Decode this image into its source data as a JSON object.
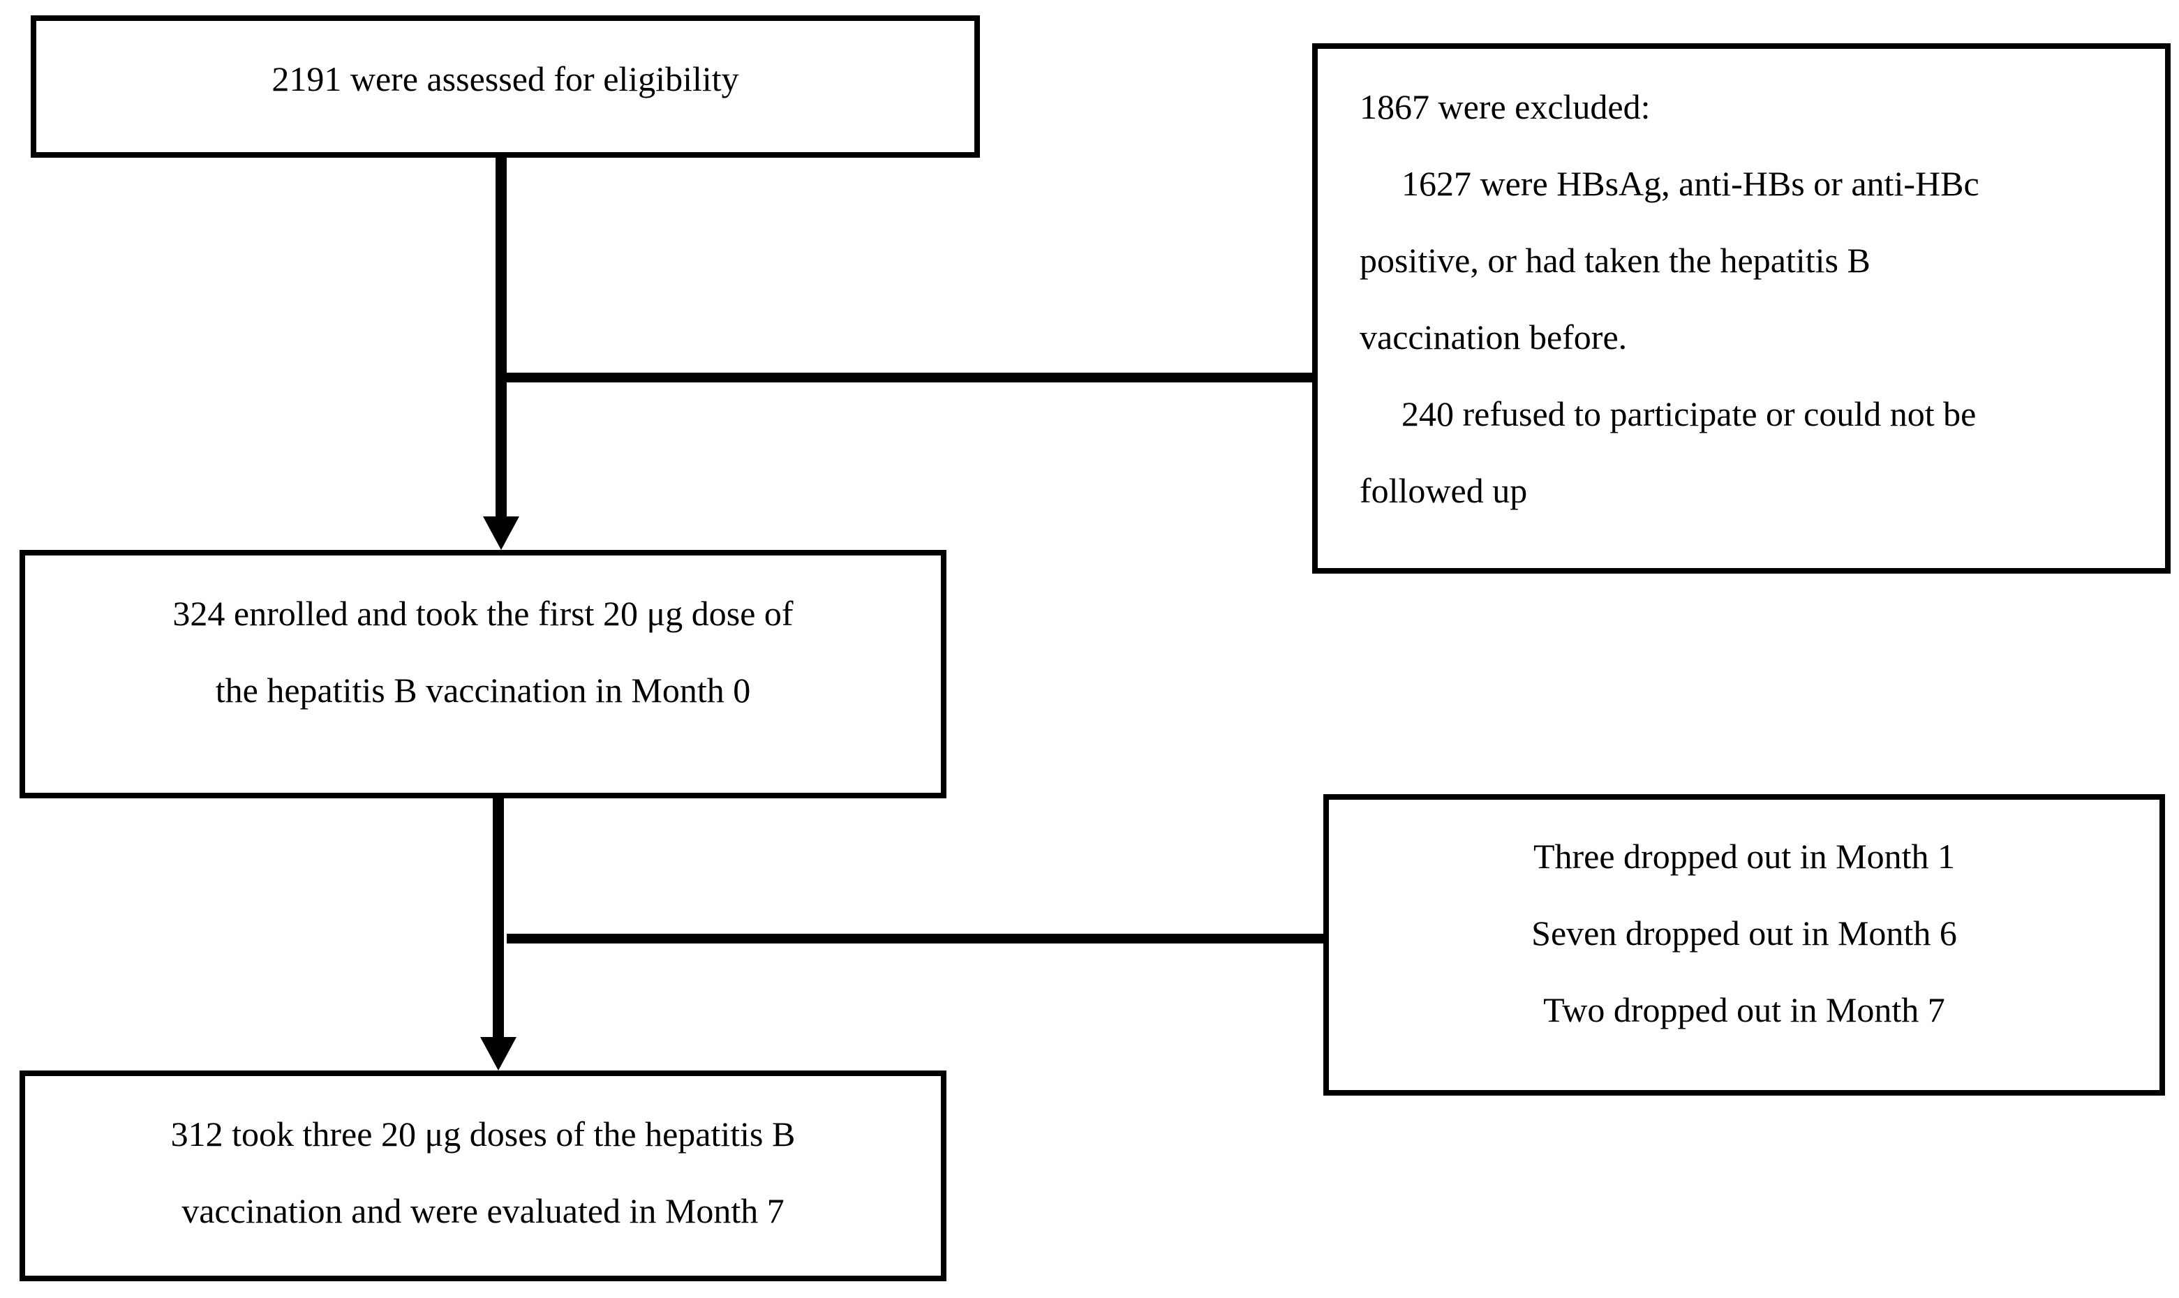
{
  "boxes": {
    "assessed": {
      "lines": [
        "2191 were assessed for eligibility"
      ]
    },
    "excluded": {
      "lines": [
        "1867 were excluded:",
        "1627 were HBsAg, anti-HBs or anti-HBc",
        "positive, or had taken the hepatitis B",
        "vaccination before.",
        "240 refused to participate or could not be",
        "followed up"
      ]
    },
    "enrolled": {
      "lines": [
        "324 enrolled and took the first 20 μg dose of",
        "the hepatitis B vaccination in Month 0"
      ]
    },
    "dropped": {
      "lines": [
        "Three dropped out in Month 1",
        "Seven dropped out in Month 6",
        "Two dropped out in Month 7"
      ]
    },
    "evaluated": {
      "lines": [
        "312 took three 20 μg doses of the hepatitis B",
        "vaccination and were evaluated in Month 7"
      ]
    }
  }
}
